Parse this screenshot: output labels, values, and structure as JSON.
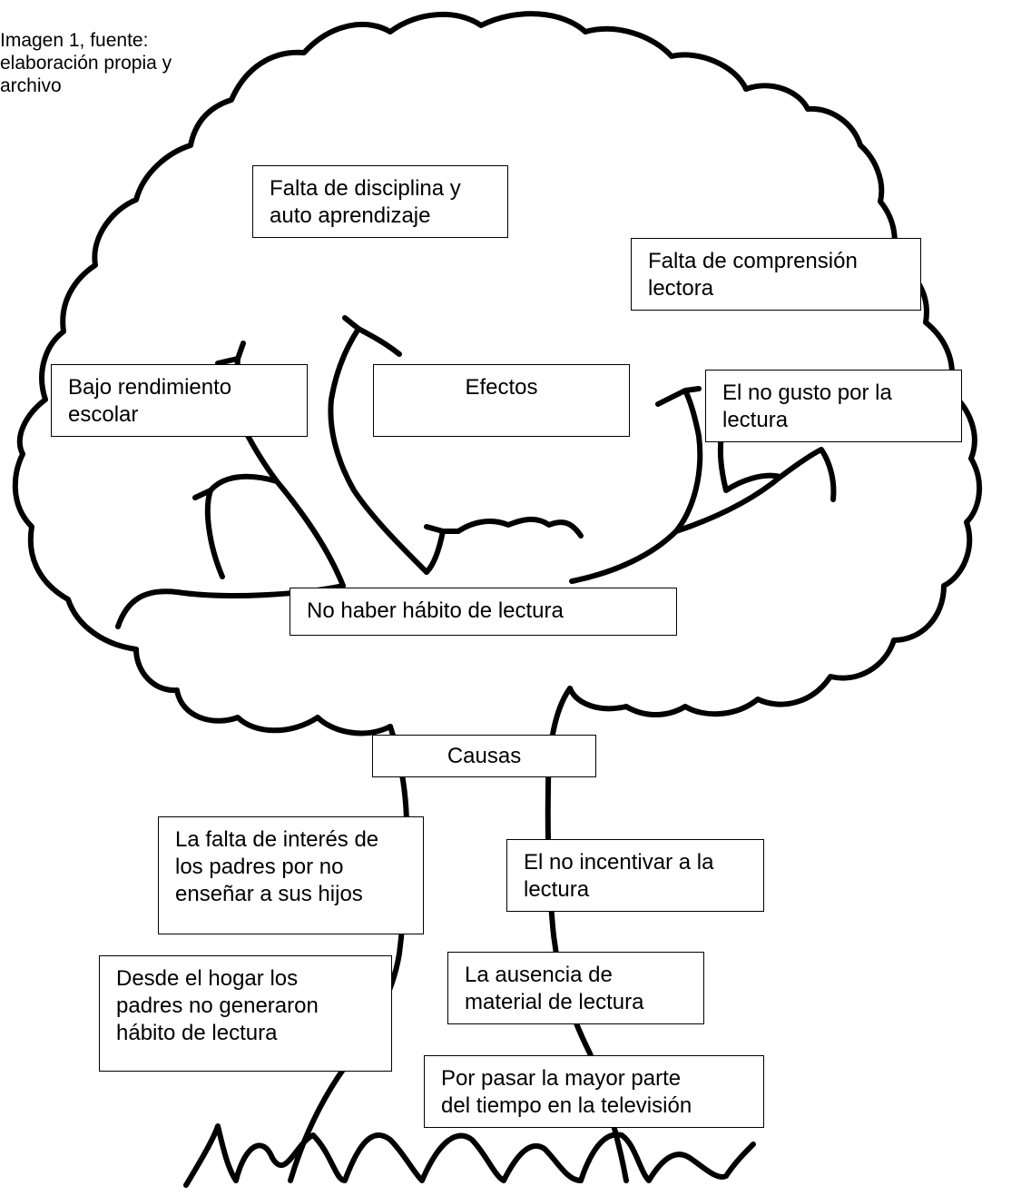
{
  "caption": "Imagen 1, fuente:\nelaboración propia y\narchivo",
  "effects_title": "Efectos",
  "problem": "No haber hábito de lectura",
  "causes_title": "Causas",
  "effects": [
    "Falta de disciplina y\nauto aprendizaje",
    "Falta de comprensión\nlectora",
    "Bajo rendimiento\nescolar",
    "El no gusto por la\nlectura"
  ],
  "causes": [
    "La falta de interés de\nlos padres por no\nenseñar a sus hijos",
    "El no incentivar a la\nlectura",
    "Desde el hogar los\npadres no generaron\nhábito de lectura",
    "La ausencia de\nmaterial de lectura",
    "Por pasar la mayor parte\ndel tiempo en la televisión"
  ],
  "colors": {
    "stroke": "#000000",
    "background": "#ffffff"
  }
}
